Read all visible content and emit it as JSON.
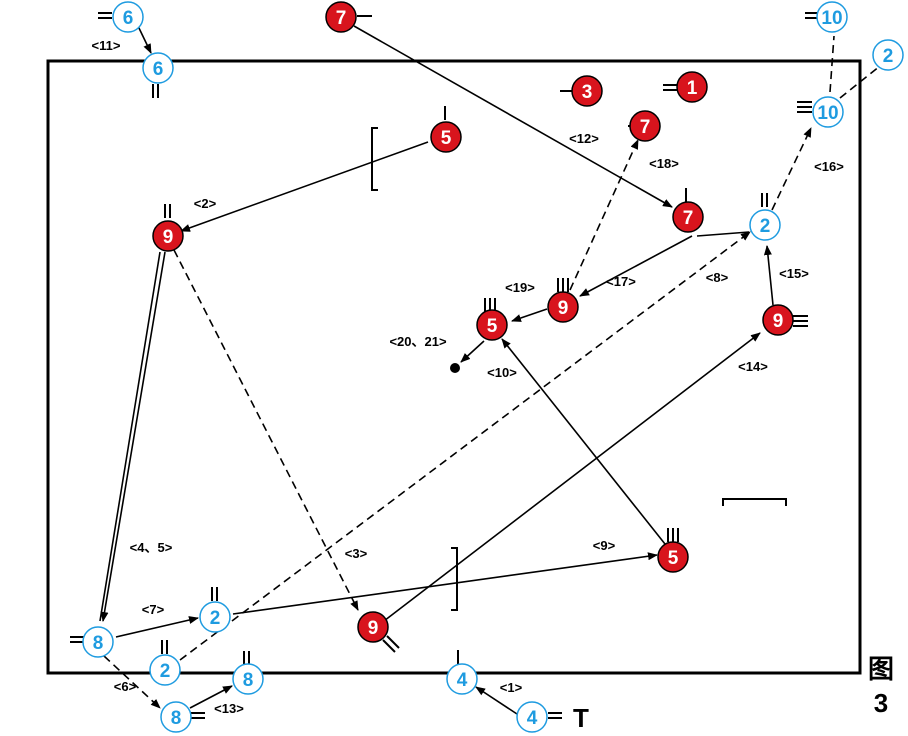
{
  "figure": {
    "char": "图",
    "number": "3"
  },
  "colors": {
    "red_team": "#d8141d",
    "blue_team": "#1e9be0",
    "line": "#000000",
    "background": "#ffffff"
  },
  "players": [
    {
      "id": "b6a",
      "team": "blue",
      "number": "6"
    },
    {
      "id": "b6b",
      "team": "blue",
      "number": "6"
    },
    {
      "id": "r7a",
      "team": "red",
      "number": "7"
    },
    {
      "id": "r3",
      "team": "red",
      "number": "3"
    },
    {
      "id": "r1",
      "team": "red",
      "number": "1"
    },
    {
      "id": "r7b",
      "team": "red",
      "number": "7"
    },
    {
      "id": "r5a",
      "team": "red",
      "number": "5"
    },
    {
      "id": "b10a",
      "team": "blue",
      "number": "10"
    },
    {
      "id": "b10b",
      "team": "blue",
      "number": "10"
    },
    {
      "id": "b2a",
      "team": "blue",
      "number": "2"
    },
    {
      "id": "r9a",
      "team": "red",
      "number": "9"
    },
    {
      "id": "r7c",
      "team": "red",
      "number": "7"
    },
    {
      "id": "b2b",
      "team": "blue",
      "number": "2"
    },
    {
      "id": "r9b",
      "team": "red",
      "number": "9"
    },
    {
      "id": "r5b",
      "team": "red",
      "number": "5"
    },
    {
      "id": "r9c",
      "team": "red",
      "number": "9"
    },
    {
      "id": "r5c",
      "team": "red",
      "number": "5"
    },
    {
      "id": "b2c",
      "team": "blue",
      "number": "2"
    },
    {
      "id": "r9d",
      "team": "red",
      "number": "9"
    },
    {
      "id": "b8a",
      "team": "blue",
      "number": "8"
    },
    {
      "id": "b2d",
      "team": "blue",
      "number": "2"
    },
    {
      "id": "b8b",
      "team": "blue",
      "number": "8"
    },
    {
      "id": "b8c",
      "team": "blue",
      "number": "8"
    },
    {
      "id": "b4a",
      "team": "blue",
      "number": "4"
    },
    {
      "id": "b4b",
      "team": "blue",
      "number": "4"
    }
  ],
  "step_labels": [
    {
      "id": "s1",
      "text": "<1>"
    },
    {
      "id": "s2",
      "text": "<2>"
    },
    {
      "id": "s3",
      "text": "<3>"
    },
    {
      "id": "s45",
      "text": "<4、5>"
    },
    {
      "id": "s6",
      "text": "<6>"
    },
    {
      "id": "s7",
      "text": "<7>"
    },
    {
      "id": "s8",
      "text": "<8>"
    },
    {
      "id": "s9",
      "text": "<9>"
    },
    {
      "id": "s10",
      "text": "<10>"
    },
    {
      "id": "s11",
      "text": "<11>"
    },
    {
      "id": "s12",
      "text": "<12>"
    },
    {
      "id": "s13",
      "text": "<13>"
    },
    {
      "id": "s14",
      "text": "<14>"
    },
    {
      "id": "s15",
      "text": "<15>"
    },
    {
      "id": "s16",
      "text": "<16>"
    },
    {
      "id": "s17",
      "text": "<17>"
    },
    {
      "id": "s18",
      "text": "<18>"
    },
    {
      "id": "s19",
      "text": "<19>"
    },
    {
      "id": "s2021",
      "text": "<20、21>"
    }
  ],
  "ball_symbol": "T"
}
